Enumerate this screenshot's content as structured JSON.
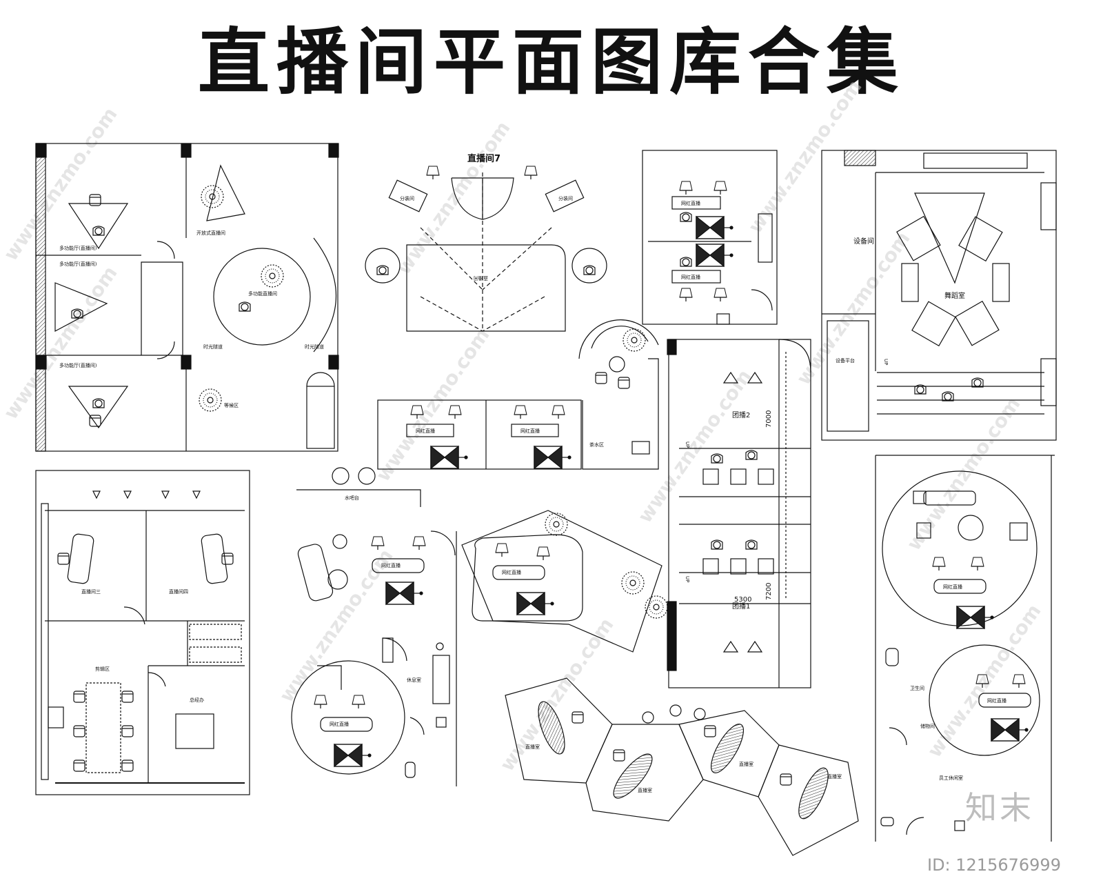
{
  "title": "直播间平面图库合集",
  "plans": {
    "multi_hall_1": "多功能厅(直播间)",
    "multi_hall_2": "多功能厅(直播间)",
    "multi_hall_3": "多功能厅(直播间)",
    "open_live": "开放式直播间",
    "multi_live": "多功能直播间",
    "time_tunnel_1": "时光隧道",
    "time_tunnel_2": "时光隧道",
    "waiting": "等候区",
    "room7": "直播间7",
    "makeup_1": "分装间",
    "makeup_2": "分装间",
    "stage_mirror": "直播间",
    "net_live_1": "网红直播",
    "net_live_2": "网红直播",
    "net_live_3": "网红直播",
    "net_live_4": "网红直播",
    "net_live_5": "网红直播",
    "net_live_6": "网红直播",
    "net_live_7": "网红直播",
    "net_live_8": "网红直播",
    "net_live_9": "网红直播",
    "tea": "茶水区",
    "bar": "水吧台",
    "rest": "休息室",
    "group2": "团播2",
    "group1": "团播1",
    "dim_7000": "7000",
    "dim_7200": "7200",
    "dim_5300": "5300",
    "up_1": "UP",
    "up_2": "UP",
    "up_3": "UP",
    "equipment_room": "设备间",
    "equipment_platform": "设备平台",
    "dance_room": "舞蹈室",
    "live3": "直播间三",
    "live4": "直播间四",
    "edit": "剪辑区",
    "gm": "总经办",
    "studio_1": "直播室",
    "studio_2": "直播室",
    "studio_3": "直播室",
    "studio_4": "直播室",
    "wc": "卫生间",
    "storage": "储物间",
    "staff_lounge": "员工休闲室"
  },
  "watermark": {
    "text": "www.znzmo.com",
    "logo": "知末",
    "id": "ID: 1215676999"
  },
  "colors": {
    "line": "#111111",
    "watermark": "#d0d0d0"
  }
}
